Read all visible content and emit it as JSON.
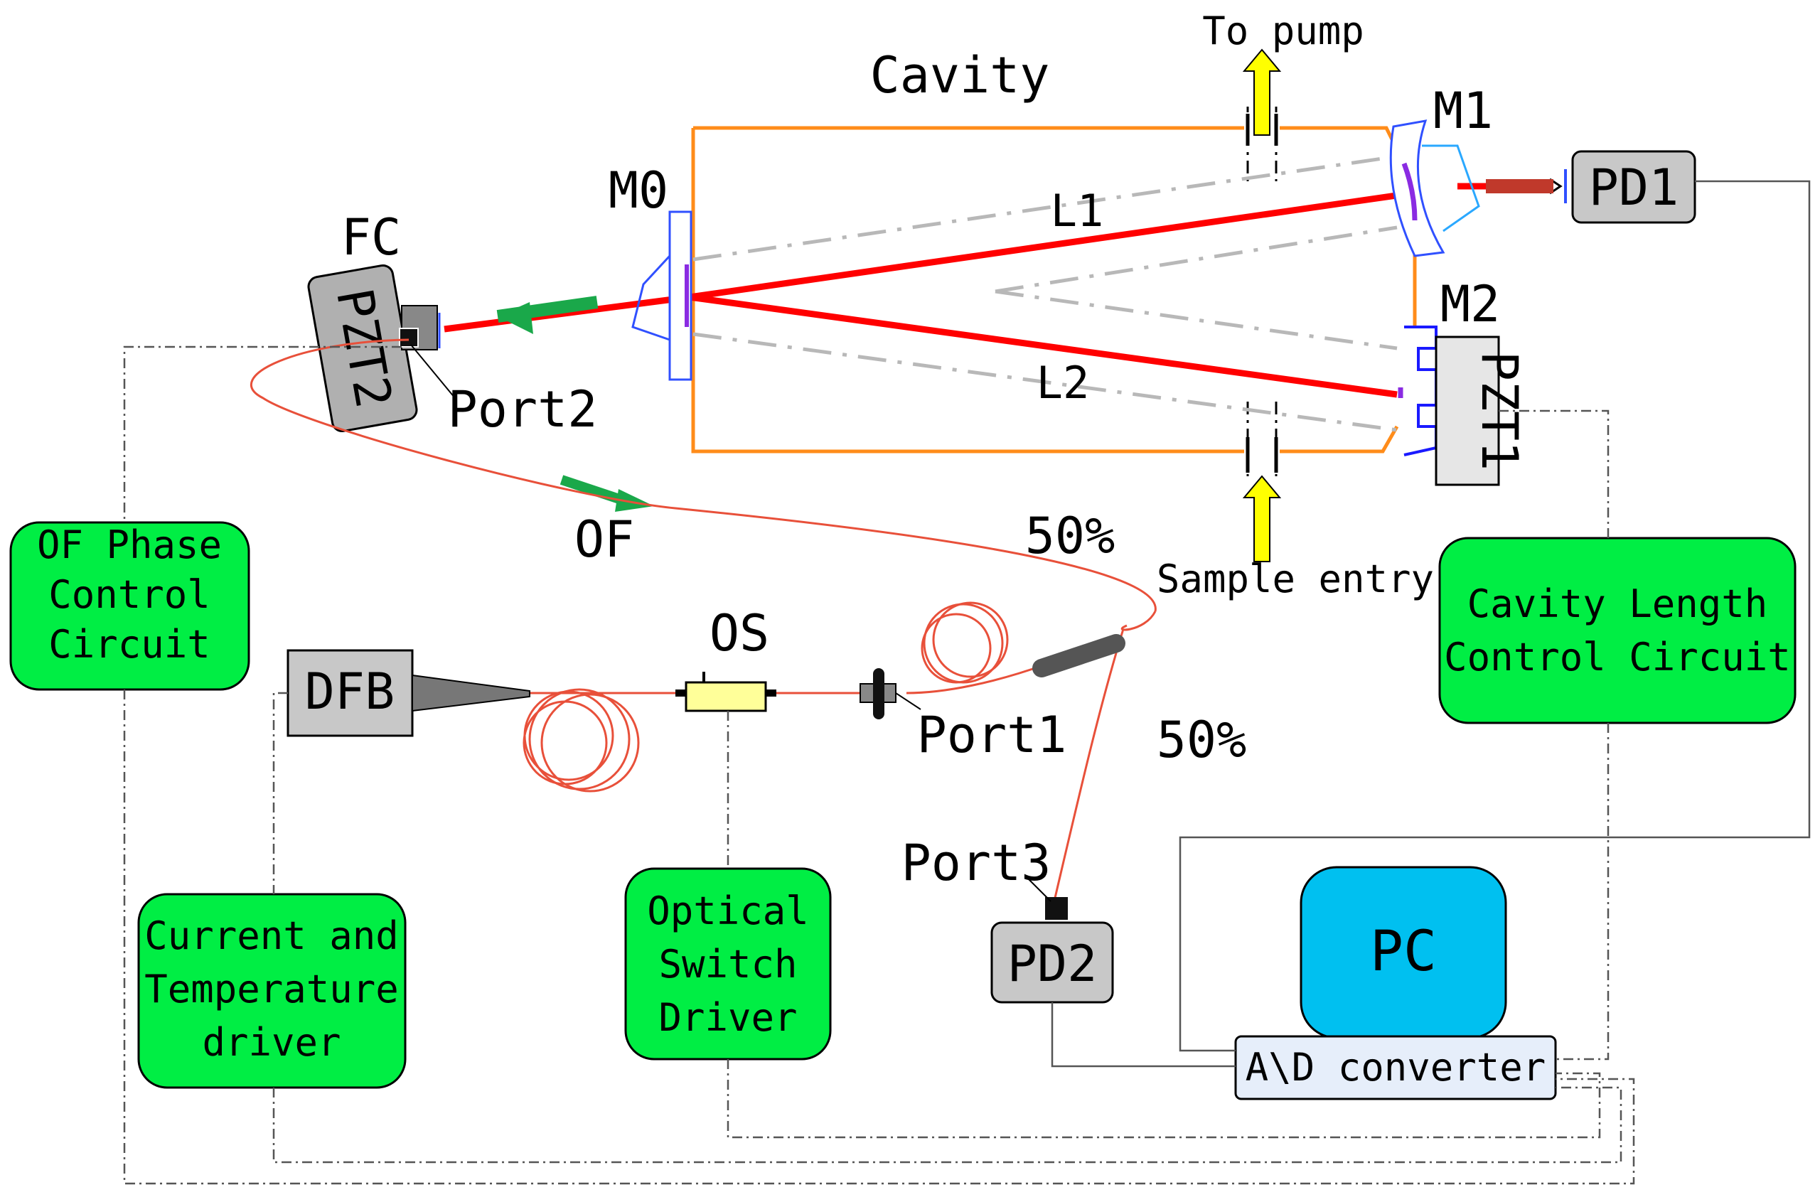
{
  "labels": {
    "cavity": "Cavity",
    "to_pump": "To pump",
    "sample_entry": "Sample entry",
    "m0": "M0",
    "m1": "M1",
    "m2": "M2",
    "l1": "L1",
    "l2": "L2",
    "fc": "FC",
    "pzt2": "PZT2",
    "pzt1": "PZT1",
    "pd1": "PD1",
    "pd2": "PD2",
    "port1": "Port1",
    "port2": "Port2",
    "port3": "Port3",
    "of": "OF",
    "os": "OS",
    "dfb": "DFB",
    "split_top": "50%",
    "split_bottom": "50%",
    "pc": "PC",
    "ad_converter": "A\\D converter"
  },
  "boxes": {
    "of_phase": [
      "OF Phase",
      "Control",
      "Circuit"
    ],
    "cavity_length": [
      "Cavity Length",
      "Control Circuit"
    ],
    "current_temp": [
      "Current and",
      "Temperature",
      "driver"
    ],
    "optical_switch": [
      "Optical",
      "Switch",
      "Driver"
    ]
  },
  "colors": {
    "beam": "#ff0000",
    "fiber": "#e8503a",
    "cavity": "#ff8c1a",
    "arrow_green": "#1aa84a",
    "arrow_yellow": "#ffff00",
    "control_box": "#00ee44",
    "pc_box": "#00c0f0",
    "device_gray": "#c8c8c8",
    "ad_box": "#e6eefa",
    "switch_yellow": "#ffff99",
    "mirror_blue": "#3050ff"
  }
}
